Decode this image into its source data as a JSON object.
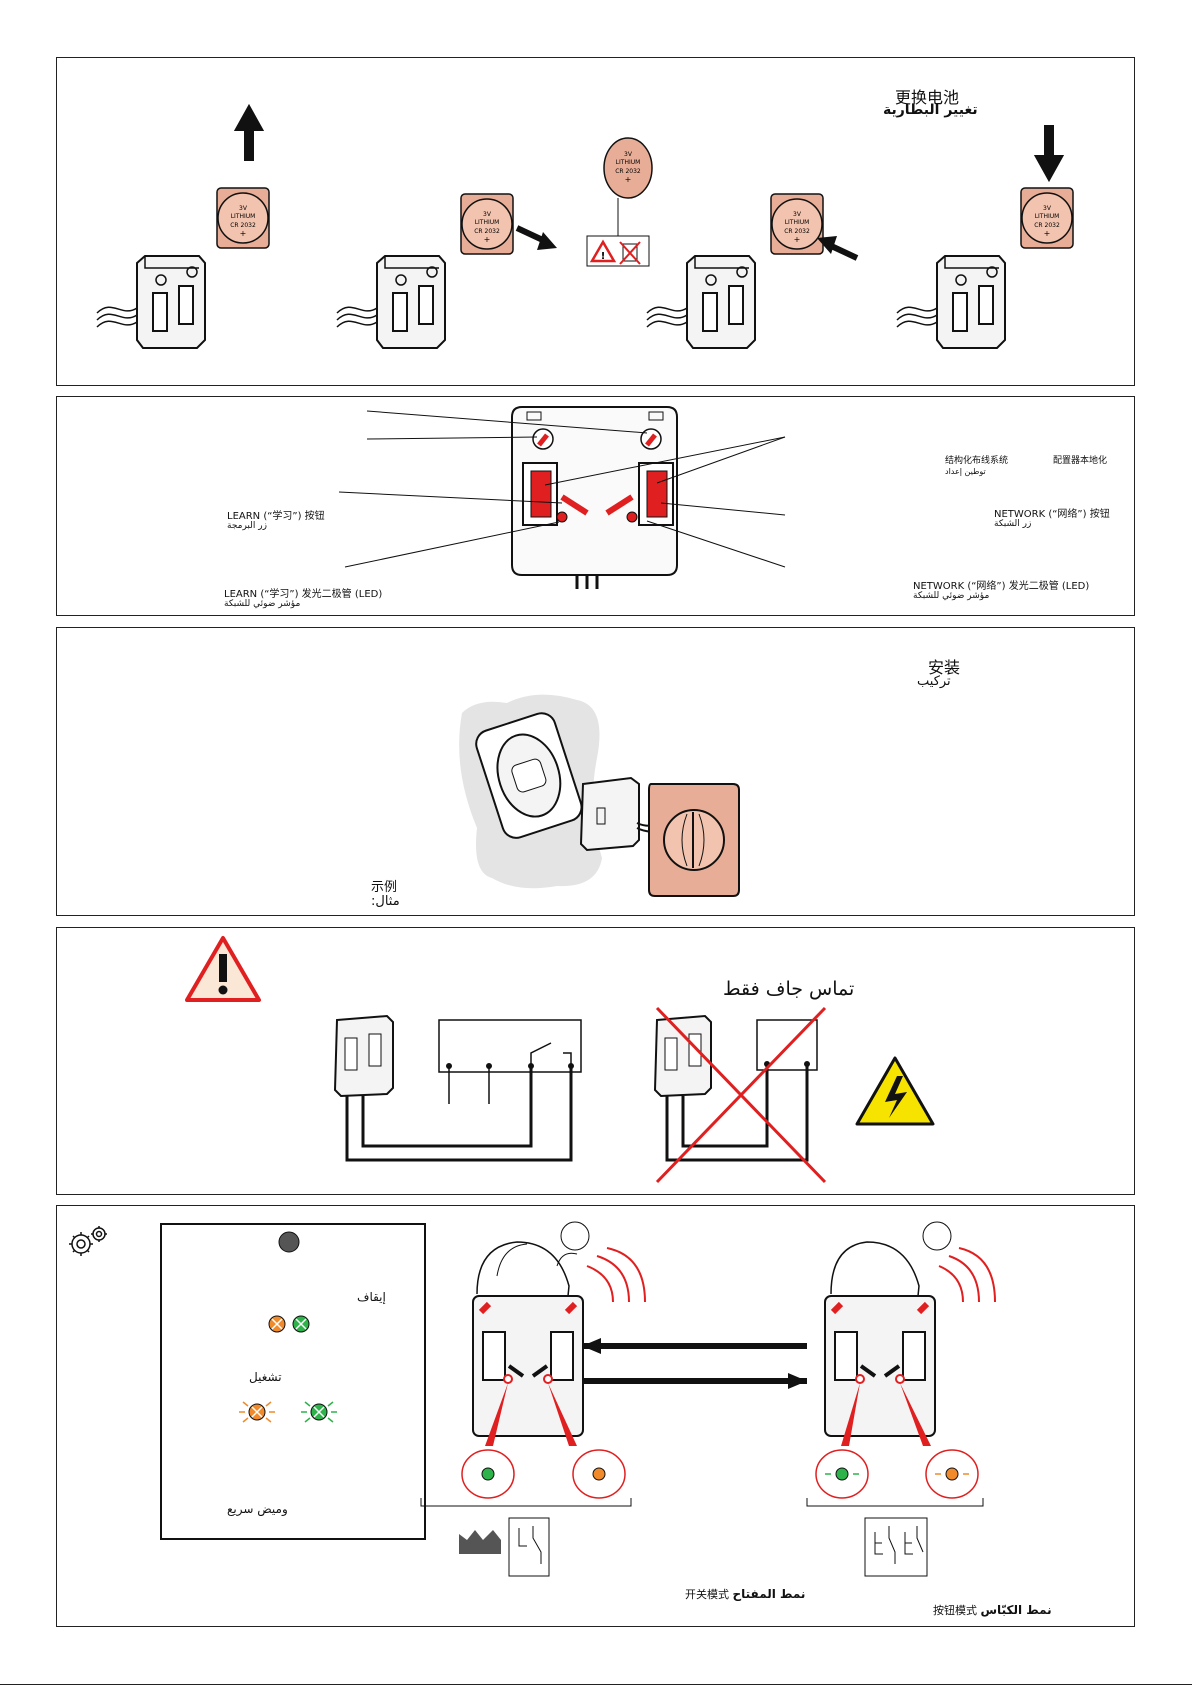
{
  "battery": {
    "title_cn": "更换电池",
    "title_ar": "تغيير البطارية",
    "cell_lines": [
      "3V",
      "LITHIUM",
      "CR 2032",
      "+"
    ]
  },
  "controls": {
    "config_cn": "配置器本地化",
    "struct_cn": "结构化布线系统",
    "setup_ar": "توطين إعداد",
    "network_button_cn": "NETWORK (“网络”) 按钮",
    "network_button_ar": "زر الشبكة",
    "network_led_cn": "NETWORK (“网络”) 发光二极管 (LED)",
    "network_led_ar": "مؤشر ضوئي للشبكة",
    "learn_button_cn": "LEARN (“学习”) 按钮",
    "learn_button_ar": "زر البرمجة",
    "learn_led_cn": "LEARN (“学习”) 发光二极管 (LED)",
    "learn_led_ar": "مؤشر ضوئي للشبكة"
  },
  "install": {
    "title_cn": "安装",
    "title_ar": "تركيب",
    "example_cn": "示例",
    "example_ar": "مثال:"
  },
  "wiring": {
    "dry_contact_ar": "تماس جاف فقط"
  },
  "modes": {
    "off_ar": "إيقاف",
    "on_ar": "تشغيل",
    "fast_blink_ar": "وميض سريع",
    "switch_mode_cn": "开关模式",
    "switch_mode_ar": "نمط المفتاح",
    "button_mode_cn": "按钮模式",
    "button_mode_ar": "نمط الكبّاس",
    "colors": {
      "orange": "#f08a2a",
      "green": "#2db34a",
      "red": "#e02020"
    }
  }
}
